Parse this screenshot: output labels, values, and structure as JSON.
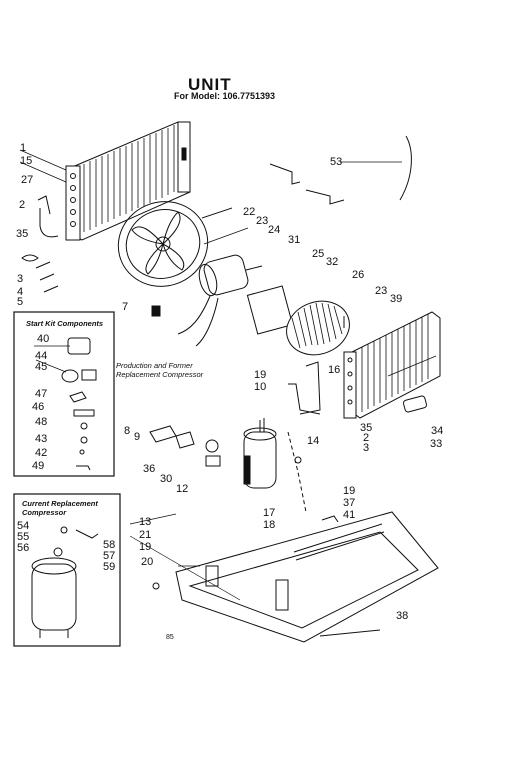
{
  "header": {
    "title": "UNIT",
    "model": "For Model: 106.7751393"
  },
  "captions": {
    "start_kit": "Start Kit Components",
    "production": "Production and Former Replacement Compressor",
    "current": "Current Replacement Compressor"
  },
  "footer": {
    "page_number": "85"
  },
  "part_labels": {
    "p1": "1",
    "p15": "15",
    "p27": "27",
    "p2a": "2",
    "p35a": "35",
    "p3a": "3",
    "p4": "4",
    "p5": "5",
    "p7": "7",
    "p22": "22",
    "p23a": "23",
    "p24": "24",
    "p31": "31",
    "p25": "25",
    "p32": "32",
    "p26": "26",
    "p23b": "23",
    "p39": "39",
    "p53": "53",
    "p19a": "19",
    "p10": "10",
    "p16": "16",
    "p35b": "35",
    "p2b": "2",
    "p3b": "3",
    "p34": "34",
    "p33": "33",
    "p40": "40",
    "p44": "44",
    "p45": "45",
    "p47": "47",
    "p46": "46",
    "p48": "48",
    "p43": "43",
    "p42": "42",
    "p49": "49",
    "p8": "8",
    "p9": "9",
    "p36": "36",
    "p30": "30",
    "p12": "12",
    "p14": "14",
    "p17": "17",
    "p18": "18",
    "p19b": "19",
    "p37": "37",
    "p41": "41",
    "p13": "13",
    "p21": "21",
    "p19c": "19",
    "p20": "20",
    "p38": "38",
    "p54": "54",
    "p55": "55",
    "p56": "56",
    "p58": "58",
    "p57": "57",
    "p59": "59"
  }
}
